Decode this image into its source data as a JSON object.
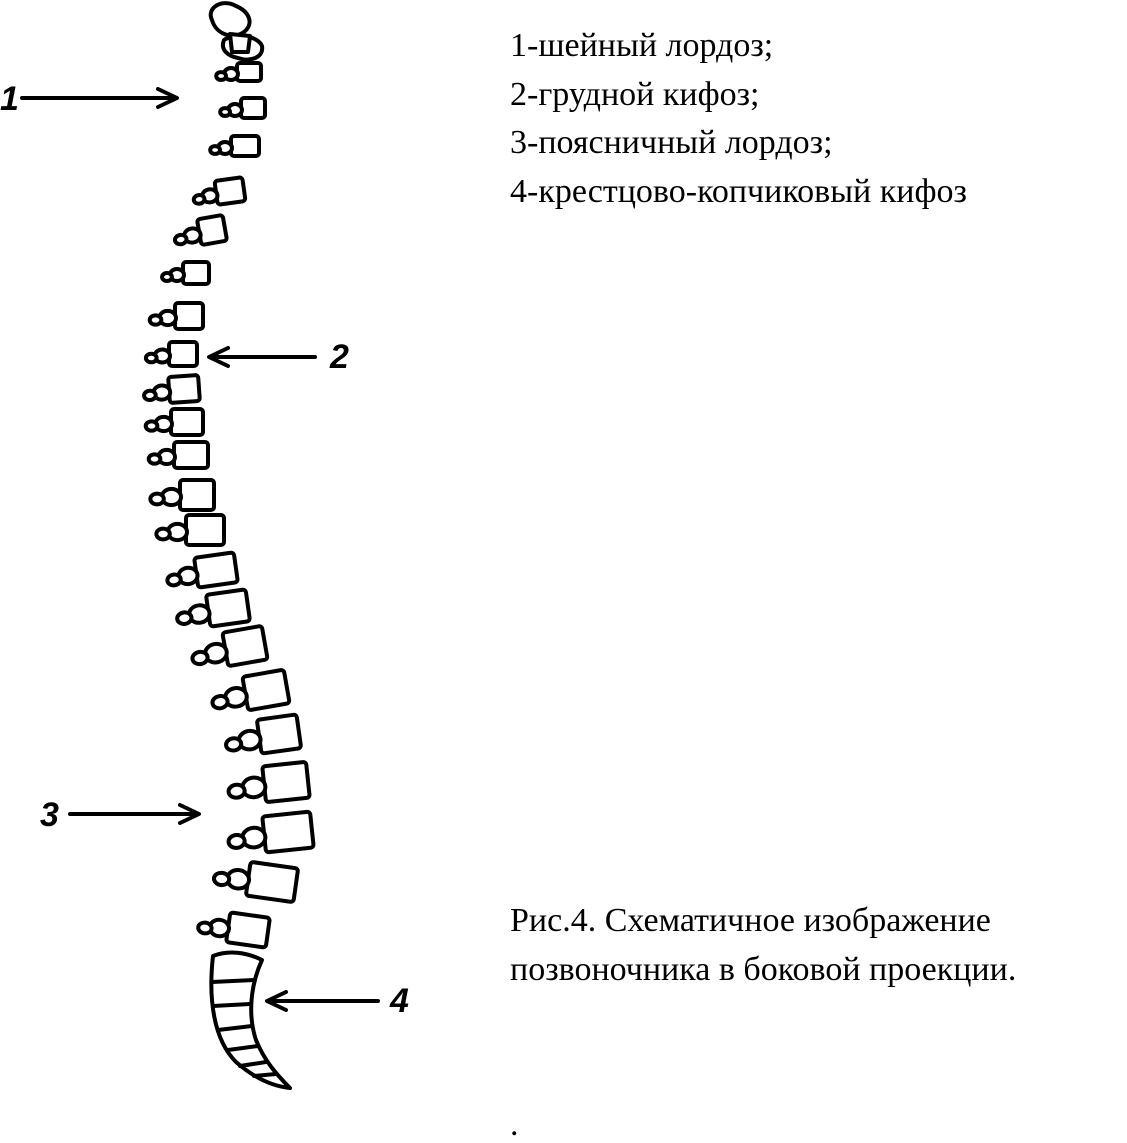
{
  "legend": [
    "1-шейный лордоз;",
    "2-грудной кифоз;",
    "3-поясничный лордоз;",
    "4-крестцово-копчиковый кифоз"
  ],
  "callouts": [
    "1",
    "2",
    "3",
    "4"
  ],
  "caption": {
    "line1": "Рис.4. Схематичное изображение",
    "line2": "позвоночника в боковой проекции."
  },
  "trailing_mark": "."
}
